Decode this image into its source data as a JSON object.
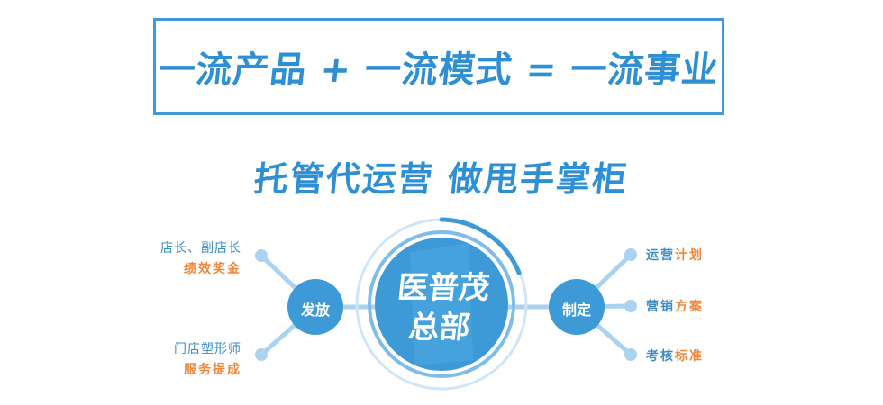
{
  "slogan": "一流产品 + 一流模式 = 一流事业",
  "headline": "托管代运营  做甩手掌柜",
  "hub": {
    "line1": "医普茂",
    "line2": "总部"
  },
  "left_node": "发放",
  "right_node": "制定",
  "left_items": [
    {
      "top": "店长、副店长",
      "bottom": "绩效奖金"
    },
    {
      "top": "门店塑形师",
      "bottom": "服务提成"
    }
  ],
  "right_items": [
    {
      "part1": "运营",
      "part2": "计划"
    },
    {
      "part1": "营销",
      "part2": "方案"
    },
    {
      "part1": "考核",
      "part2": "标准"
    }
  ],
  "colors": {
    "brand_blue": "#3d9ad6",
    "light_blue": "#a9d3f0",
    "orange": "#f0873c"
  }
}
